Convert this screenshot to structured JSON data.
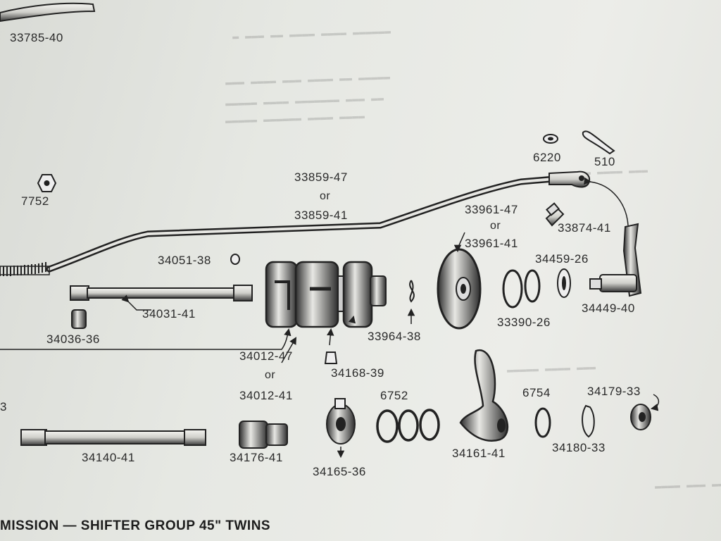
{
  "caption": "MISSION — SHIFTER GROUP 45\" TWINS",
  "parts": {
    "p33785_40": "33785-40",
    "p7752": "7752",
    "p33859_47": "33859-47",
    "p33859_or": "or",
    "p33859_41": "33859-41",
    "p6220": "6220",
    "p510": "510",
    "p33961_47": "33961-47",
    "p33961_or": "or",
    "p33961_41": "33961-41",
    "p33874_41": "33874-41",
    "p34051_38": "34051-38",
    "p34459_26": "34459-26",
    "p34031_41": "34031-41",
    "p34036_36": "34036-36",
    "p33964_38": "33964-38",
    "p33390_26": "33390-26",
    "p34449_40": "34449-40",
    "p34012_47": "34012-47",
    "p34012_or": "or",
    "p34012_41": "34012-41",
    "p34168_39": "34168-39",
    "p6752": "6752",
    "p6754": "6754",
    "p34179_33": "34179-33",
    "p34140_41": "34140-41",
    "p34176_41": "34176-41",
    "p34165_36": "34165-36",
    "p34161_41": "34161-41",
    "p34180_33": "34180-33",
    "p3": "3"
  }
}
